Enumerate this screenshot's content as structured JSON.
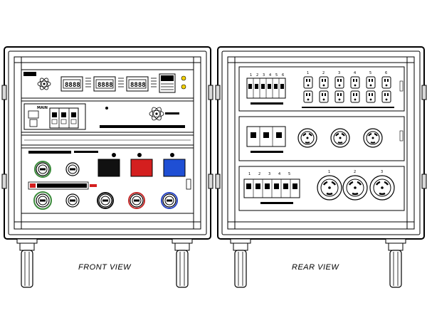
{
  "captions": {
    "front": "FRONT VIEW",
    "rear": "REAR VIEW"
  },
  "front": {
    "breaker_panel_label": "MAIN",
    "connector_colors": [
      "#111111",
      "#d41f1f",
      "#1f4fd4"
    ],
    "ring_colors": [
      "#3a8a3a",
      "#cccccc",
      "#111111",
      "#c52a2a",
      "#2a46c5"
    ]
  },
  "rear": {
    "row1_numbers": [
      "1",
      "2",
      "3",
      "4",
      "5",
      "6"
    ],
    "row3_numbers": [
      "1",
      "2",
      "3",
      "4",
      "5"
    ],
    "row3_outlet_numbers": [
      "1",
      "2",
      "3"
    ]
  },
  "colors": {
    "line": "#000000",
    "panel_fill": "#ffffff",
    "handle_fill": "#d9d9d9"
  }
}
